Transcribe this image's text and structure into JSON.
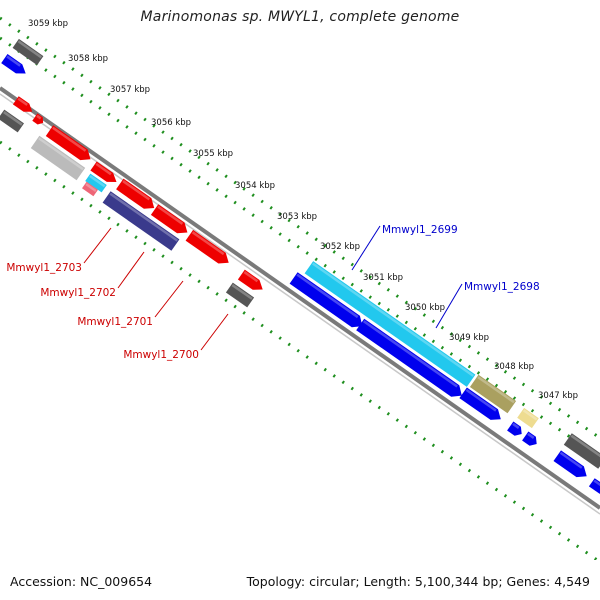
{
  "title": "Marinomonas sp. MWYL1, complete genome",
  "footer": {
    "accession": "Accession: NC_009654",
    "summary": "Topology: circular; Length: 5,100,344 bp; Genes: 4,549"
  },
  "colors": {
    "backbone": "#7a7a7a",
    "tick_dots": "#1f8f1f",
    "forward_label": "#0000cc",
    "reverse_label": "#cc0000"
  },
  "scale_labels": [
    "3059 kbp",
    "3058 kbp",
    "3057 kbp",
    "3056 kbp",
    "3055 kbp",
    "3054 kbp",
    "3053 kbp",
    "3052 kbp",
    "3051 kbp",
    "3050 kbp",
    "3049 kbp",
    "3048 kbp",
    "3047 kbp"
  ],
  "gene_labels": [
    {
      "text": "Mmwyl1_2699",
      "strand": "forward"
    },
    {
      "text": "Mmwyl1_2698",
      "strand": "forward"
    },
    {
      "text": "Mmwyl1_2703",
      "strand": "reverse"
    },
    {
      "text": "Mmwyl1_2702",
      "strand": "reverse"
    },
    {
      "text": "Mmwyl1_2701",
      "strand": "reverse"
    },
    {
      "text": "Mmwyl1_2700",
      "strand": "reverse"
    }
  ],
  "features": [
    {
      "name": "feature-grey-top",
      "color": "#555555"
    },
    {
      "name": "feature-blue-top",
      "color": "#0000ee"
    },
    {
      "name": "feature-red-small-a",
      "color": "#ee0000"
    },
    {
      "name": "feature-red-small-b",
      "color": "#ee0000"
    },
    {
      "name": "feature-grey-left",
      "color": "#555555"
    },
    {
      "name": "feature-red-1",
      "color": "#ee0000"
    },
    {
      "name": "feature-lightgrey",
      "color": "#bbbbbb"
    },
    {
      "name": "feature-red-2",
      "color": "#ee0000"
    },
    {
      "name": "feature-cyan-small",
      "color": "#22c8ee"
    },
    {
      "name": "feature-pink-small",
      "color": "#ee6677"
    },
    {
      "name": "feature-red-3",
      "color": "#ee0000"
    },
    {
      "name": "feature-navy",
      "color": "#3a3a8c"
    },
    {
      "name": "feature-red-4",
      "color": "#ee0000"
    },
    {
      "name": "feature-red-5",
      "color": "#ee0000"
    },
    {
      "name": "feature-red-6",
      "color": "#ee0000"
    },
    {
      "name": "feature-grey-mid",
      "color": "#555555"
    },
    {
      "name": "feature-cyan-long",
      "color": "#22c8ee"
    },
    {
      "name": "feature-olive",
      "color": "#aaa060"
    },
    {
      "name": "feature-wheat",
      "color": "#eedc90"
    },
    {
      "name": "feature-blue-long",
      "color": "#0000ee"
    },
    {
      "name": "feature-blue-2",
      "color": "#0000ee"
    },
    {
      "name": "feature-blue-3",
      "color": "#0000ee"
    },
    {
      "name": "feature-blue-4",
      "color": "#0000ee"
    },
    {
      "name": "feature-blue-5",
      "color": "#0000ee"
    },
    {
      "name": "feature-grey-right",
      "color": "#555555"
    },
    {
      "name": "feature-blue-right-a",
      "color": "#0000ee"
    },
    {
      "name": "feature-blue-right-b",
      "color": "#0000ee"
    }
  ]
}
